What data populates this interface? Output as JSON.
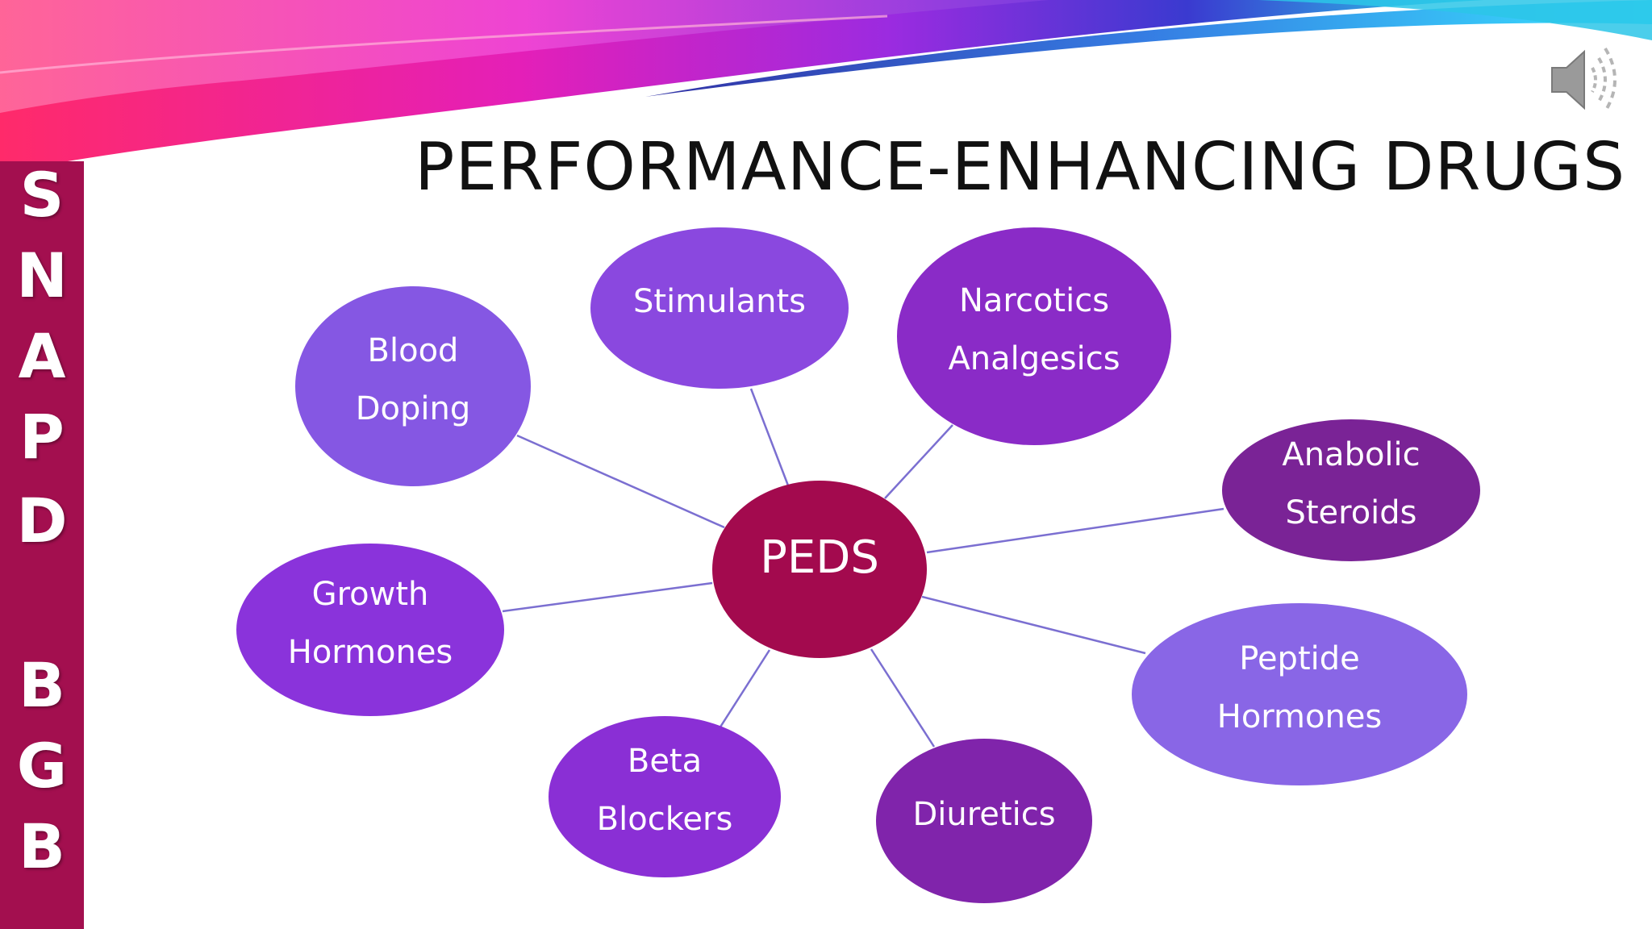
{
  "title": "PERFORMANCE-ENHANCING DRUGS",
  "sidebar": {
    "letters": [
      "S",
      "N",
      "A",
      "P",
      "D",
      "",
      "B",
      "G",
      "B"
    ],
    "color": "#a30f4f"
  },
  "speaker": {
    "icon": "speaker-icon"
  },
  "diagram": {
    "center": {
      "label": "PEDS",
      "color": "#a30a4e"
    },
    "nodes": [
      {
        "lines": [
          "Blood",
          "Doping"
        ],
        "color": "#8557e3"
      },
      {
        "lines": [
          "Stimulants"
        ],
        "color": "#8a48df"
      },
      {
        "lines": [
          "Narcotics",
          "Analgesics"
        ],
        "color": "#8a2bc7"
      },
      {
        "lines": [
          "Anabolic",
          "Steroids"
        ],
        "color": "#7a2396"
      },
      {
        "lines": [
          "Peptide",
          "Hormones"
        ],
        "color": "#8966e6"
      },
      {
        "lines": [
          "Diuretics"
        ],
        "color": "#8024ab"
      },
      {
        "lines": [
          "Beta",
          "Blockers"
        ],
        "color": "#8a2fd5"
      },
      {
        "lines": [
          "Growth",
          "Hormones"
        ],
        "color": "#8a33db"
      }
    ],
    "connector_color": "#7b6fd1"
  }
}
